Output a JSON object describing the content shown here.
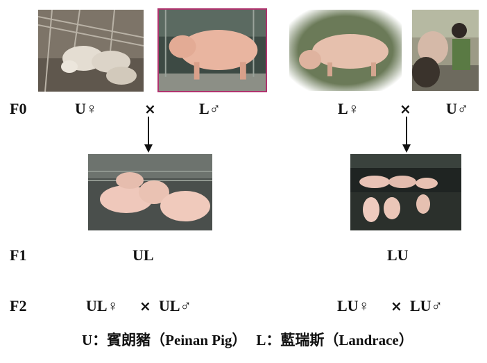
{
  "generations": {
    "f0": "F0",
    "f1": "F1",
    "f2": "F2"
  },
  "cross_symbol": "×",
  "left_cross": {
    "female": "U♀",
    "male": "L♂",
    "f1_label": "UL",
    "f2_female": "UL♀",
    "f2_male": "UL♂"
  },
  "right_cross": {
    "female": "L♀",
    "male": "U♂",
    "f1_label": "LU",
    "f2_female": "LU♀",
    "f2_male": "LU♂"
  },
  "legend": {
    "u_def": "U：賓朗豬（Peinan Pig）",
    "l_def": "L：藍瑞斯（Landrace）"
  },
  "photos": {
    "p1_icon": "pigs-in-pen-photo",
    "p2_icon": "landrace-boar-photo",
    "p3_icon": "landrace-sow-photo",
    "p4_icon": "peinan-boar-with-handler-photo",
    "p5_icon": "ul-piglets-photo",
    "p6_icon": "lu-piglets-photo"
  }
}
